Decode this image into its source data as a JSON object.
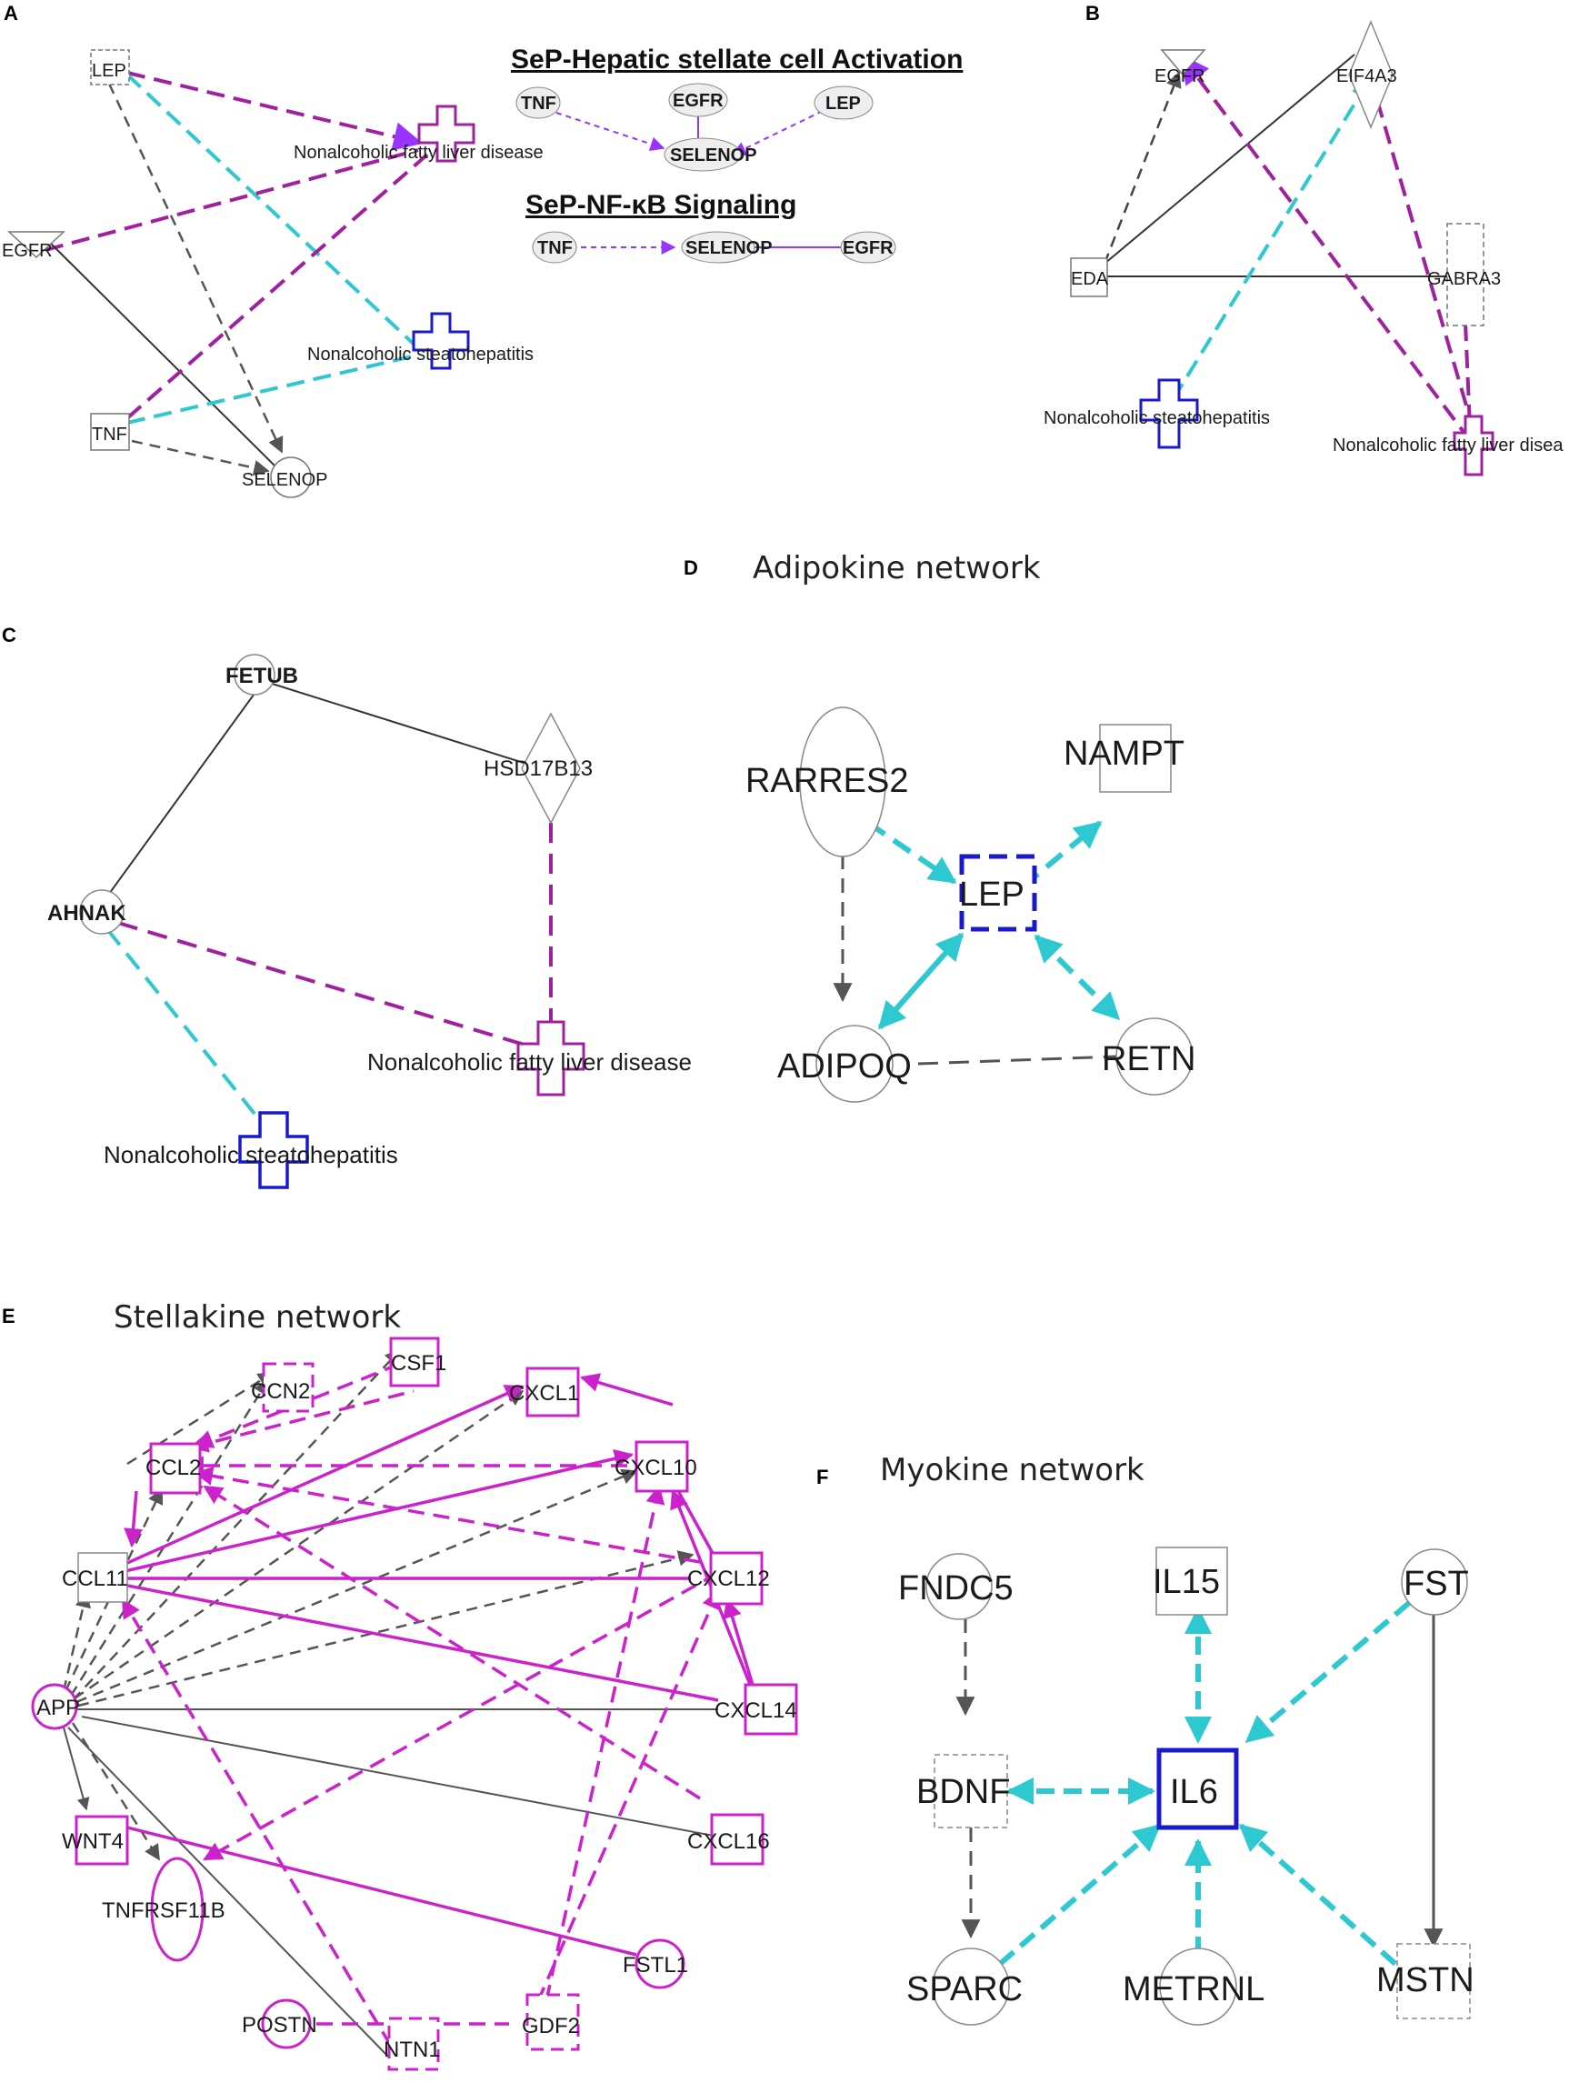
{
  "panels": {
    "A": "A",
    "B": "B",
    "C": "C",
    "D": "D",
    "E": "E",
    "F": "F"
  },
  "titles": {
    "d": "Adipokine network",
    "e": "Stellakine network",
    "f": "Myokine network"
  },
  "pathways": {
    "hsc_title": "SeP-Hepatic stellate cell Activation",
    "nfkb_title": "SeP-NF-κB Signaling"
  },
  "colors": {
    "magenta": "#a020a0",
    "pink": "#cc22cc",
    "cyan": "#2ec8d0",
    "blue": "#1a1acc",
    "gray": "#555555",
    "violet": "#9933ff"
  },
  "labels": {
    "a_lep": "LEP",
    "a_nafld": "Nonalcoholic fatty liver disease",
    "a_egfr": "EGFR",
    "a_nash": "Nonalcoholic steatohepatitis",
    "a_tnf": "TNF",
    "a_selenop": "SELENOP",
    "p1_tnf": "TNF",
    "p1_egfr": "EGFR",
    "p1_lep": "LEP",
    "p1_selenop": "SELENOP",
    "p2_tnf": "TNF",
    "p2_selenop": "SELENOP",
    "p2_egfr": "EGFR",
    "b_egfr": "EGFR",
    "b_eif4a3": "EIF4A3",
    "b_eda": "EDA",
    "b_gabra3": "GABRA3",
    "b_nash": "Nonalcoholic steatohepatitis",
    "b_nafld": "Nonalcoholic fatty liver disea",
    "c_fetub": "FETUB",
    "c_hsd": "HSD17B13",
    "c_ahnak": "AHNAK",
    "c_nafld": "Nonalcoholic fatty liver disease",
    "c_nash": "Nonalcoholic steatohepatitis",
    "d_rarres2": "RARRES2",
    "d_nampt": "NAMPT",
    "d_lep": "LEP",
    "d_adipoq": "ADIPOQ",
    "d_retn": "RETN",
    "e_csf1": "CSF1",
    "e_ccn2": "CCN2",
    "e_cxcl1": "CXCL1",
    "e_ccl2": "CCL2",
    "e_cxcl10": "CXCL10",
    "e_ccl11": "CCL11",
    "e_cxcl12": "CXCL12",
    "e_app": "APP",
    "e_cxcl14": "CXCL14",
    "e_wnt4": "WNT4",
    "e_cxcl16": "CXCL16",
    "e_tnfrsf11b": "TNFRSF11B",
    "e_fstl1": "FSTL1",
    "e_postn": "POSTN",
    "e_ntn1": "NTN1",
    "e_gdf2": "GDF2",
    "f_fndc5": "FNDC5",
    "f_il15": "IL15",
    "f_fst": "FST",
    "f_bdnf": "BDNF",
    "f_il6": "IL6",
    "f_sparc": "SPARC",
    "f_metrnl": "METRNL",
    "f_mstn": "MSTN"
  }
}
